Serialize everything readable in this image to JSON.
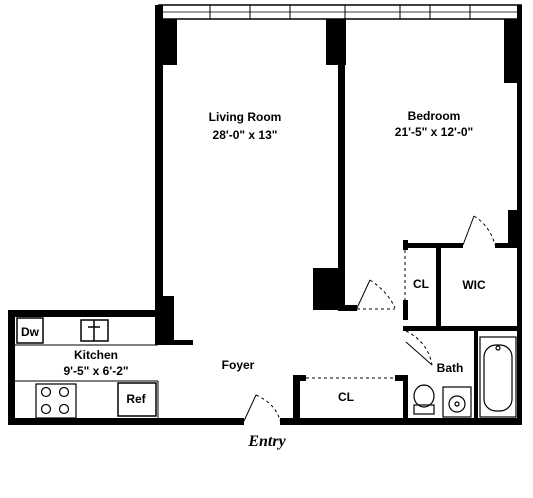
{
  "plan": {
    "entry_label": "Entry",
    "rooms": {
      "living_room": {
        "name": "Living Room",
        "dims": "28'-0\" x 13\""
      },
      "bedroom": {
        "name": "Bedroom",
        "dims": "21'-5\" x 12'-0\""
      },
      "kitchen": {
        "name": "Kitchen",
        "dims": "9'-5\" x 6'-2\""
      },
      "foyer": {
        "name": "Foyer"
      },
      "bath": {
        "name": "Bath"
      },
      "wic": {
        "name": "WIC"
      },
      "closet_bedroom": {
        "name": "CL"
      },
      "closet_foyer": {
        "name": "CL"
      }
    },
    "fixtures": {
      "dishwasher": "Dw",
      "refrigerator": "Ref"
    }
  },
  "colors": {
    "wall": "#000000",
    "background": "#ffffff"
  }
}
